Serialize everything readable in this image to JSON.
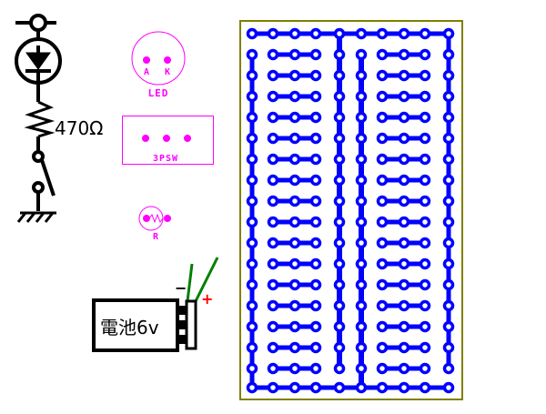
{
  "schematic": {
    "resistor_value": "470Ω"
  },
  "parts": {
    "led": {
      "label": "LED",
      "pin_a": "A",
      "pin_k": "K"
    },
    "switch": {
      "label": "3PSW"
    },
    "resistor": {
      "label": "R"
    }
  },
  "battery": {
    "label": "電池6v",
    "minus": "−",
    "plus": "+"
  },
  "colors": {
    "wire": "#0000ff",
    "part": "#ff00ff",
    "board_border": "#808000",
    "lead": "#008000",
    "plus": "#ff0000"
  },
  "breadboard": {
    "rows": 16
  }
}
